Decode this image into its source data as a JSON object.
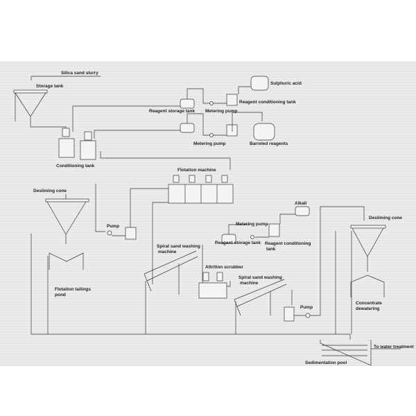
{
  "labels": {
    "silica_sand_slurry": "Silica sand slurry",
    "storage_tank": "Storage tank",
    "sulphuric_acid": "Sulphuric acid",
    "reagent_conditioning_tank_1": "Reagent conditioning tank",
    "reagent_storage_tank_1": "Reagent storage tank",
    "metering_pump_1": "Metering pump",
    "metering_pump_2": "Metering pump",
    "barreled_reagents": "Barreled reagents",
    "conditioning_tank": "Conditioning tank",
    "flotation_machine": "Flotation machine",
    "desliming_cone_1": "Desliming cone",
    "pump_1": "Pump",
    "alkali": "Alkali",
    "metering_pump_3": "Metering pump",
    "reagent_storage_tank_2": "Reagent storage tank",
    "reagent_conditioning_tank_2_a": "Reagent conditioning",
    "reagent_conditioning_tank_2_b": "tank",
    "spiral_1_a": "Spiral sand washing",
    "spiral_1_b": "machine",
    "attrition_scrubber": "Attrition scrubber",
    "spiral_2_a": "Spiral sand washing",
    "spiral_2_b": "machine",
    "pump_2": "Pump",
    "desliming_cone_2": "Desliming cone",
    "concentrate_a": "Concentrate",
    "concentrate_b": "dewatering",
    "tailings_a": "Flotation  tailings",
    "tailings_b": "pond",
    "to_water_treatment": "To water treatment",
    "sedimentation_pool": "Sedimentation pool"
  }
}
